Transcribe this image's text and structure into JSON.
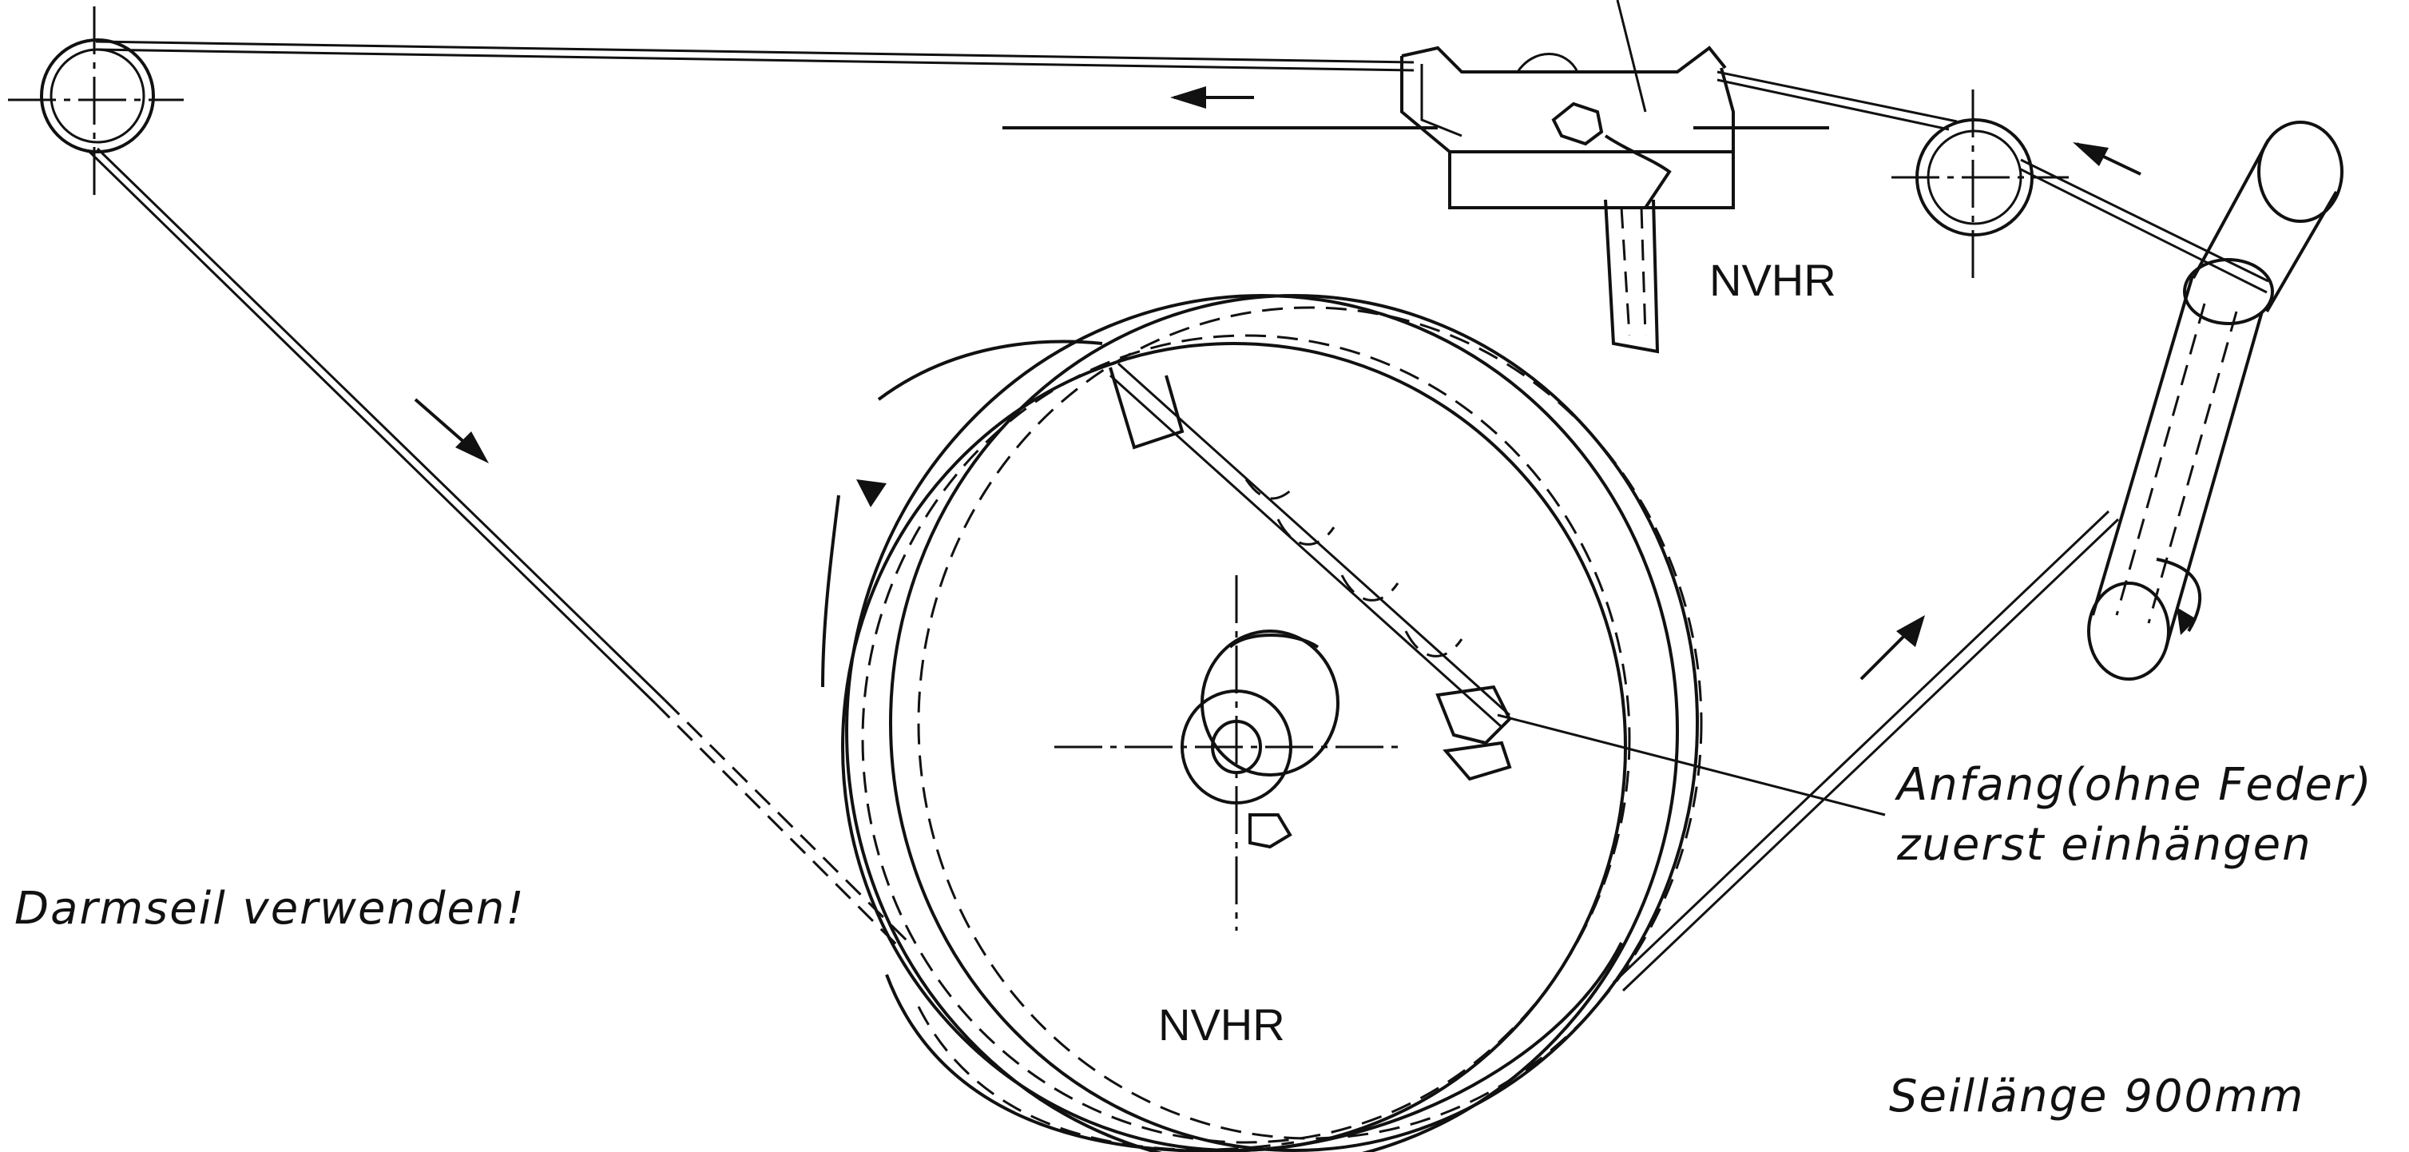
{
  "labels": {
    "start_note_line1": "Anfang(ohne Feder)",
    "start_note_line2": "zuerst einhängen",
    "warning": "Darmseil verwenden!",
    "rope_length": "Seillänge   900mm",
    "brand_top": "NVHR",
    "brand_drum": "NVHR"
  },
  "colors": {
    "ink": "#111111",
    "paper": "#ffffff"
  }
}
